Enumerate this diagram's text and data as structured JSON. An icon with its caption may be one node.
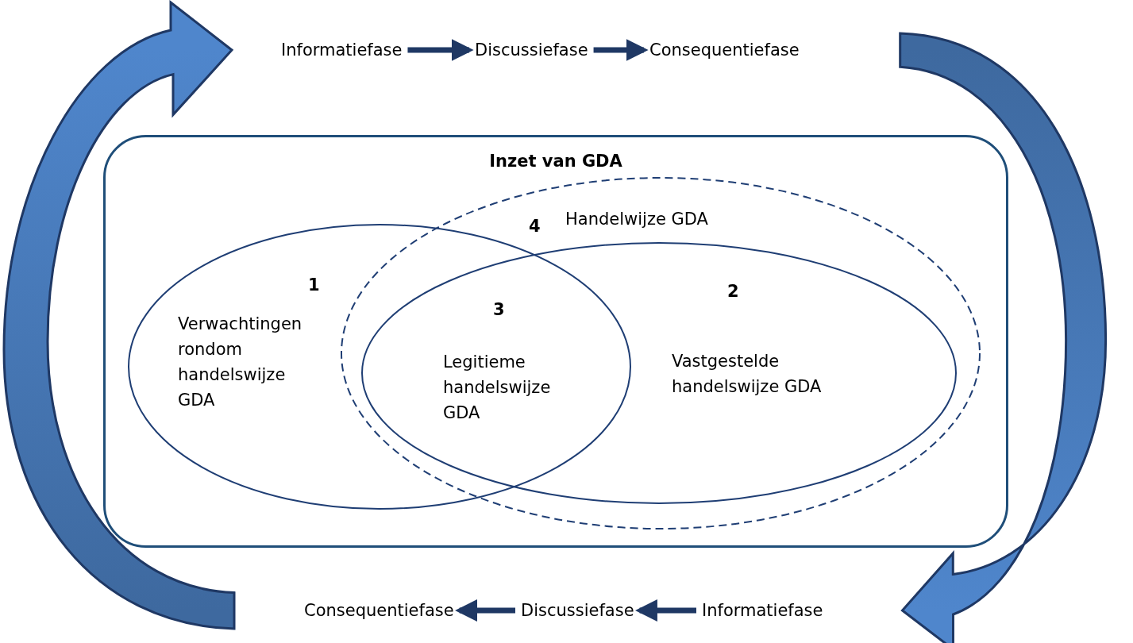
{
  "diagram": {
    "nodes": [
      {
        "text": [
          "Informatiefase"
        ]
      },
      {
        "text": [
          "Discussiefase"
        ]
      },
      {
        "text": [
          "Consequentiefase"
        ]
      },
      {
        "text": [
          "Inzet van GDA"
        ]
      },
      {
        "text": [
          "1",
          "Verwachtingen rondom handelswijze GDA"
        ],
        "in": 3
      },
      {
        "text": [
          "4",
          "Handelwijze GDA"
        ],
        "in": 3
      },
      {
        "text": [
          "2",
          "Vastgestelde handelswijze GDA"
        ],
        "in": 5
      },
      {
        "text": [
          "Informatiefase"
        ]
      },
      {
        "text": [
          "Discussiefase"
        ]
      },
      {
        "text": [
          "Consequentiefase"
        ]
      }
    ],
    "edges": [
      {
        "from": 0,
        "to": 1,
        "arrow": "to"
      },
      {
        "from": 1,
        "to": 2,
        "arrow": "to"
      },
      {
        "from": 2,
        "to": 7,
        "arrow": "to",
        "style": "thick",
        "color": "#4f86cc"
      },
      {
        "from": 7,
        "to": 8,
        "arrow": "to"
      },
      {
        "from": 8,
        "to": 9,
        "arrow": "to"
      },
      {
        "from": 9,
        "to": 0,
        "arrow": "to",
        "style": "thick",
        "color": "#4f86cc"
      }
    ],
    "labels": [
      "3",
      "Legitieme handelswijze GDA"
    ]
  }
}
